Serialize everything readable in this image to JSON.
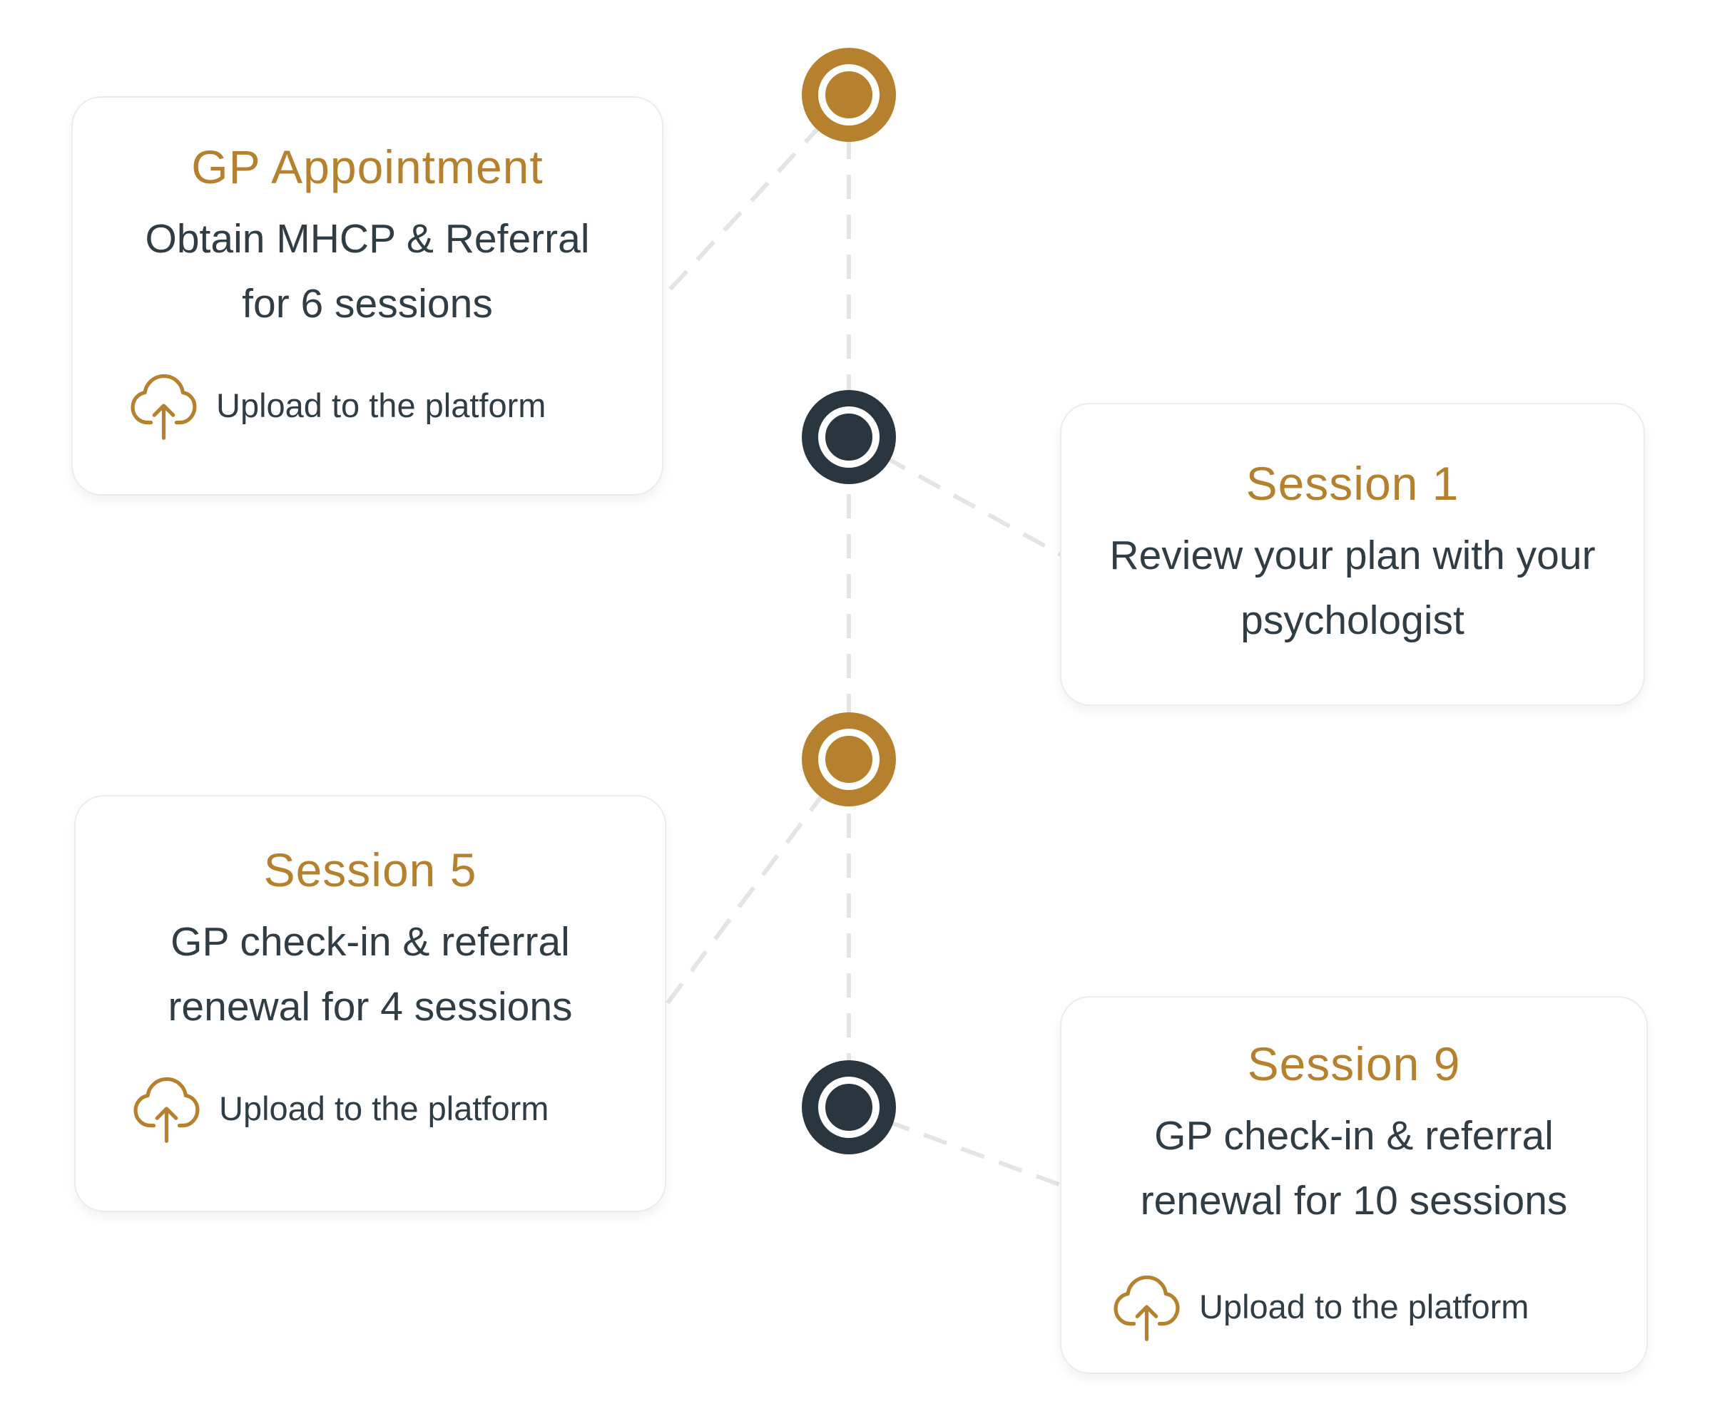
{
  "diagram": {
    "type": "vertical-timeline",
    "colors": {
      "gold": "#b5812f",
      "navy": "#293640",
      "body_text": "#313d45",
      "card_border": "#ececec",
      "connector": "#e4e4e4",
      "background": "#ffffff"
    },
    "icons": {
      "cloud_upload": "cloud-upload-icon"
    },
    "nodes": [
      {
        "index": 1,
        "color": "gold"
      },
      {
        "index": 2,
        "color": "navy"
      },
      {
        "index": 3,
        "color": "gold"
      },
      {
        "index": 4,
        "color": "navy"
      }
    ],
    "steps": [
      {
        "title": "GP Appointment",
        "desc_lines": [
          "Obtain MHCP & Referral",
          "for 6 sessions"
        ],
        "upload_label": "Upload to the platform",
        "side": "left",
        "node_color": "gold"
      },
      {
        "title": "Session 1",
        "desc_lines": [
          "Review your plan with your",
          "psychologist"
        ],
        "upload_label": null,
        "side": "right",
        "node_color": "navy"
      },
      {
        "title": "Session 5",
        "desc_lines": [
          "GP check-in & referral",
          "renewal for 4 sessions"
        ],
        "upload_label": "Upload to the platform",
        "side": "left",
        "node_color": "gold"
      },
      {
        "title": "Session 9",
        "desc_lines": [
          "GP check-in & referral",
          "renewal for 10 sessions"
        ],
        "upload_label": "Upload to the platform",
        "side": "right",
        "node_color": "navy"
      }
    ]
  }
}
